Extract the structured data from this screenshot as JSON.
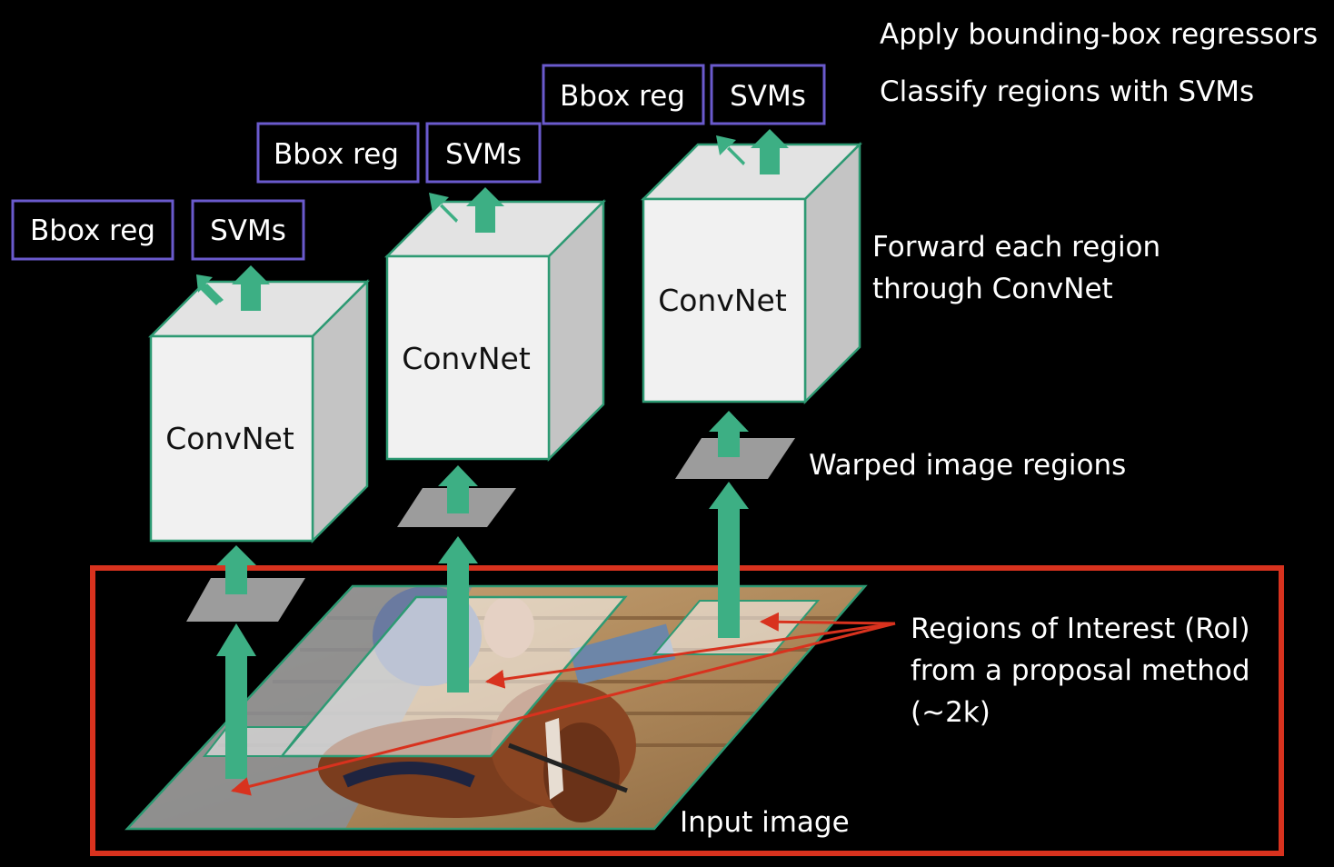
{
  "annotations": {
    "apply_bbox": "Apply bounding-box regressors",
    "classify": "Classify regions with SVMs",
    "forward_line1": "Forward each region",
    "forward_line2": "through ConvNet",
    "warped": "Warped image regions",
    "roi_line1": "Regions of Interest (RoI)",
    "roi_line2": "from a proposal method",
    "roi_line3": "(~2k)",
    "input": "Input image"
  },
  "branches": [
    {
      "convnet": "ConvNet",
      "bbox": "Bbox reg",
      "svm": "SVMs"
    },
    {
      "convnet": "ConvNet",
      "bbox": "Bbox reg",
      "svm": "SVMs"
    },
    {
      "convnet": "ConvNet",
      "bbox": "Bbox reg",
      "svm": "SVMs"
    }
  ],
  "colors": {
    "background": "#000000",
    "arrow": "#3daf84",
    "box_border": "#6a5acd",
    "input_frame": "#d8321e",
    "roi_pointer": "#d8321e"
  }
}
